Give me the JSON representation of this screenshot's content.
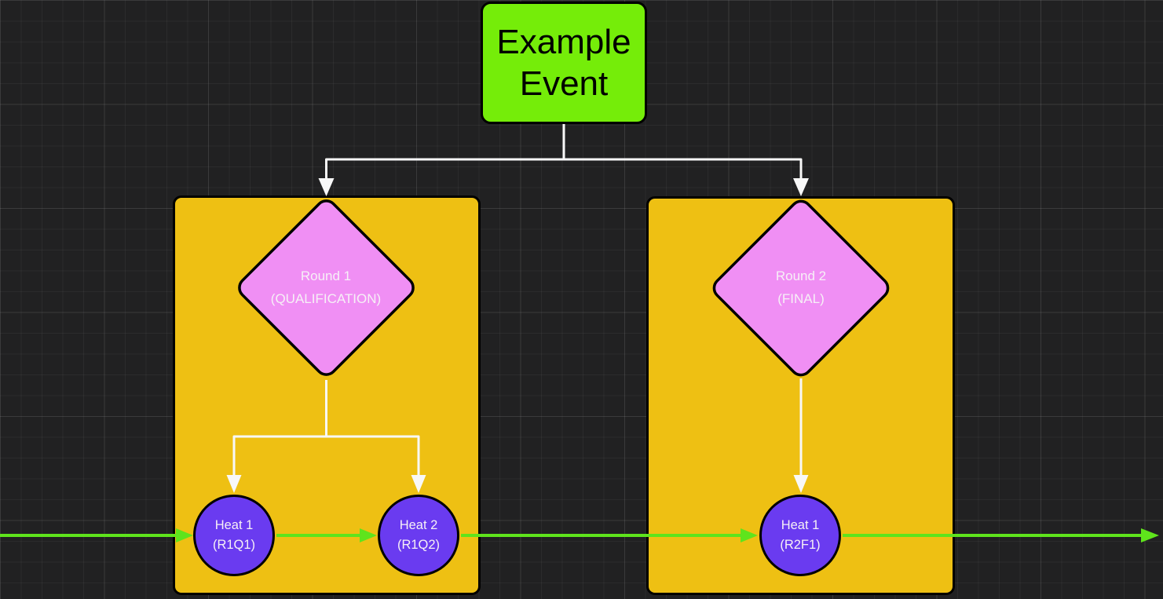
{
  "colors": {
    "background": "#212122",
    "grid_line": "rgba(255,255,255,0.045)",
    "grid_major": "rgba(255,255,255,0.07)",
    "event_fill": "#75ed09",
    "container_fill": "#eec013",
    "round_fill": "#f08ff4",
    "heat_fill": "#6a3bf0",
    "node_border": "#000000",
    "connector_white": "#f8f8f8",
    "flow_green": "#5fe41c",
    "label_dark": "#000000",
    "label_light": "#f6f0f6"
  },
  "nodes": {
    "event": {
      "label": "Example Event",
      "lines": [
        "Example",
        "Event"
      ]
    },
    "round1": {
      "label": "Round 1 (QUALIFICATION)",
      "lines": [
        "Round 1",
        "(QUALIFICATION)"
      ]
    },
    "round2": {
      "label": "Round 2 (FINAL)",
      "lines": [
        "Round 2",
        "(FINAL)"
      ]
    },
    "heat_r1q1": {
      "label": "Heat 1 (R1Q1)",
      "lines": [
        "Heat 1",
        "(R1Q1)"
      ]
    },
    "heat_r1q2": {
      "label": "Heat 2 (R1Q2)",
      "lines": [
        "Heat 2",
        "(R1Q2)"
      ]
    },
    "heat_r2f1": {
      "label": "Heat 1 (R2F1)",
      "lines": [
        "Heat 1",
        "(R2F1)"
      ]
    }
  }
}
